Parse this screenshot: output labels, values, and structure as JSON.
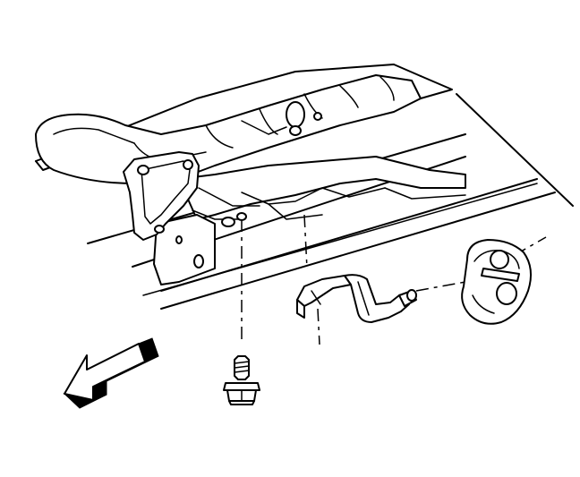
{
  "diagram": {
    "parts": [
      {
        "id": "frame-rail",
        "icon": "frame-rail-icon"
      },
      {
        "id": "hanger-bracket",
        "icon": "hanger-bracket-icon"
      },
      {
        "id": "bolt",
        "icon": "bolt-icon"
      },
      {
        "id": "exhaust-hanger-rod",
        "icon": "exhaust-hanger-rod-icon"
      },
      {
        "id": "rubber-insulator",
        "icon": "rubber-insulator-icon"
      },
      {
        "id": "direction-arrow",
        "icon": "forward-arrow-icon"
      }
    ],
    "colors": {
      "line": "#000000",
      "background": "#ffffff"
    }
  }
}
